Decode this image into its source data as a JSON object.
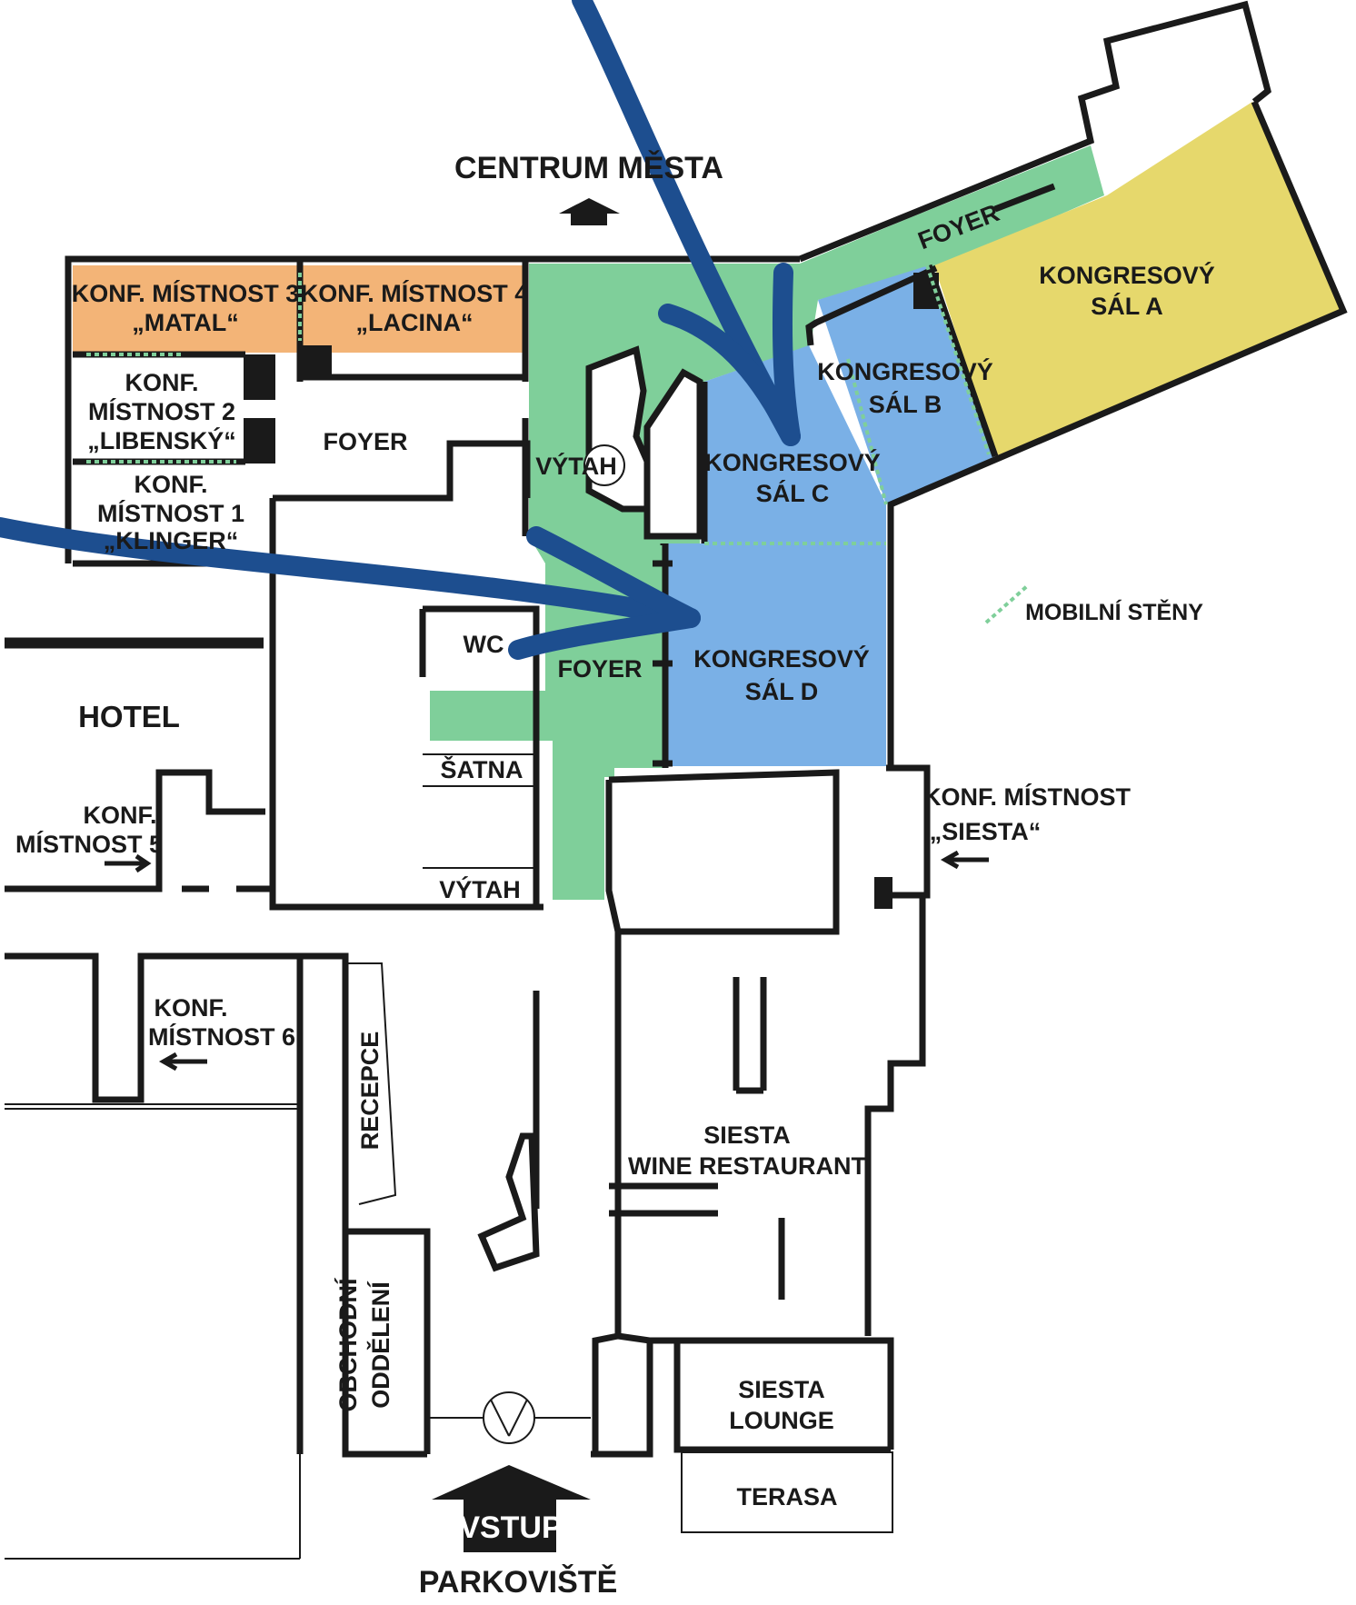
{
  "colors": {
    "orange_rooms": "#f3b477",
    "green_foyer": "#7fcf9a",
    "blue_halls": "#7ab0e6",
    "yellow_hall": "#e6d86c",
    "walls": "#1a1a1a",
    "arrows": "#1d4e8f"
  },
  "labels": {
    "centrum_mesta": "CENTRUM MĚSTA",
    "room3_line1": "KONF. MÍSTNOST 3",
    "room3_line2": "„MATAL“",
    "room4_line1": "KONF. MÍSTNOST 4",
    "room4_line2": "„LACINA“",
    "room2_line1": "KONF.",
    "room2_line2": "MÍSTNOST 2",
    "room2_line3": "„LIBENSKÝ“",
    "room1_line1": "KONF.",
    "room1_line2": "MÍSTNOST 1",
    "room1_line3": "„KLINGER“",
    "foyer_left": "FOYER",
    "foyer_top": "FOYER",
    "foyer_mid": "FOYER",
    "hall_a_line1": "KONGRESOVÝ",
    "hall_a_line2": "SÁL A",
    "hall_b_line1": "KONGRESOVÝ",
    "hall_b_line2": "SÁL B",
    "hall_c_line1": "KONGRESOVÝ",
    "hall_c_line2": "SÁL C",
    "hall_d_line1": "KONGRESOVÝ",
    "hall_d_line2": "SÁL D",
    "vytah_top": "VÝTAH",
    "vytah_bottom": "VÝTAH",
    "wc": "WC",
    "satna": "ŠATNA",
    "hotel": "HOTEL",
    "room5_line1": "KONF.",
    "room5_line2": "MÍSTNOST 5",
    "room6_line1": "KONF.",
    "room6_line2": "MÍSTNOST 6",
    "siesta_room_line1": "KONF. MÍSTNOST",
    "siesta_room_line2": "„SIESTA“",
    "mobile_walls": "MOBILNÍ STĚNY",
    "recepce": "RECEPCE",
    "obchodni_line1": "OBCHODNÍ",
    "obchodni_line2": "ODDĚLENÍ",
    "restaurant_line1": "SIESTA",
    "restaurant_line2": "WINE RESTAURANT",
    "lounge_line1": "SIESTA",
    "lounge_line2": "LOUNGE",
    "terasa": "TERASA",
    "vstup": "VSTUP",
    "parkoviste": "PARKOVIŠTĚ"
  }
}
